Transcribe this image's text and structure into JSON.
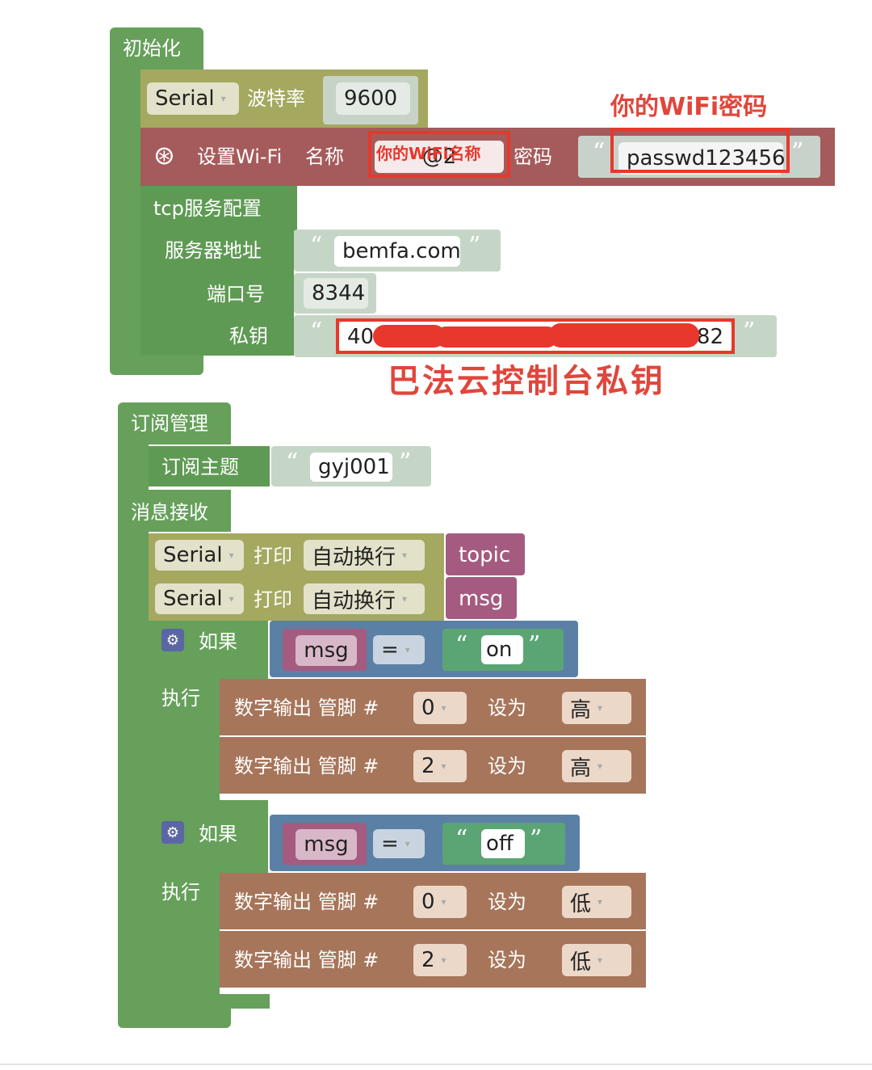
{
  "init": {
    "title": "初始化",
    "serial": {
      "port": "Serial",
      "label": "波特率",
      "value": "9600"
    },
    "wifi": {
      "label": "设置Wi-Fi",
      "name_label": "名称",
      "ssid": "@2",
      "pwd_label": "密码",
      "password": "passwd123456"
    },
    "tcp": {
      "title": "tcp服务配置",
      "server_label": "服务器地址",
      "server": "bemfa.com",
      "port_label": "端口号",
      "port": "8344",
      "key_label": "私钥",
      "key_start": "40",
      "key_end": "482"
    }
  },
  "annotations": {
    "ssid_note": "你的WiFi名称",
    "pwd_note": "你的WiFi密码",
    "key_note": "巴法云控制台私钥"
  },
  "sub": {
    "title": "订阅管理",
    "topic_label": "订阅主题",
    "topic": "gyj001",
    "recv_label": "消息接收",
    "print1": {
      "port": "Serial",
      "label": "打印",
      "mode": "自动换行",
      "var": "topic"
    },
    "print2": {
      "port": "Serial",
      "label": "打印",
      "mode": "自动换行",
      "var": "msg"
    },
    "if1": {
      "if_label": "如果",
      "do_label": "执行",
      "var": "msg",
      "op": "=",
      "value": "on",
      "out1": {
        "label": "数字输出 管脚 #",
        "pin": "0",
        "set": "设为",
        "level": "高"
      },
      "out2": {
        "label": "数字输出 管脚 #",
        "pin": "2",
        "set": "设为",
        "level": "高"
      }
    },
    "if2": {
      "if_label": "如果",
      "do_label": "执行",
      "var": "msg",
      "op": "=",
      "value": "off",
      "out1": {
        "label": "数字输出 管脚 #",
        "pin": "0",
        "set": "设为",
        "level": "低"
      },
      "out2": {
        "label": "数字输出 管脚 #",
        "pin": "2",
        "set": "设为",
        "level": "低"
      }
    }
  }
}
